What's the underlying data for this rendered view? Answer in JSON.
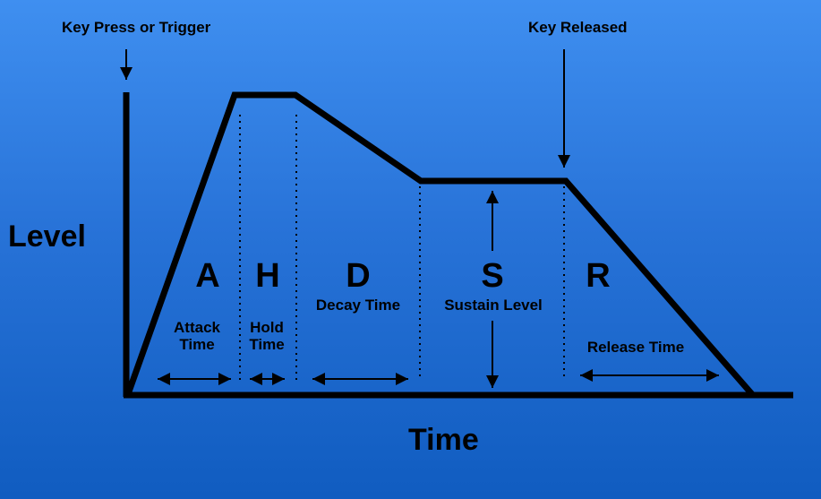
{
  "labels": {
    "trigger": "Key Press or Trigger",
    "released": "Key Released",
    "y_axis": "Level",
    "x_axis": "Time"
  },
  "phases": [
    {
      "letter": "A",
      "caption_line1": "Attack",
      "caption_line2": "Time"
    },
    {
      "letter": "H",
      "caption_line1": "Hold",
      "caption_line2": "Time"
    },
    {
      "letter": "D",
      "caption_line1": "Decay Time",
      "caption_line2": ""
    },
    {
      "letter": "S",
      "caption_line1": "Sustain Level",
      "caption_line2": ""
    },
    {
      "letter": "R",
      "caption_line1": "Release Time",
      "caption_line2": ""
    }
  ],
  "colors": {
    "background_top": "#3f8ff0",
    "background_bottom": "#105cc0",
    "ink": "#000000"
  }
}
